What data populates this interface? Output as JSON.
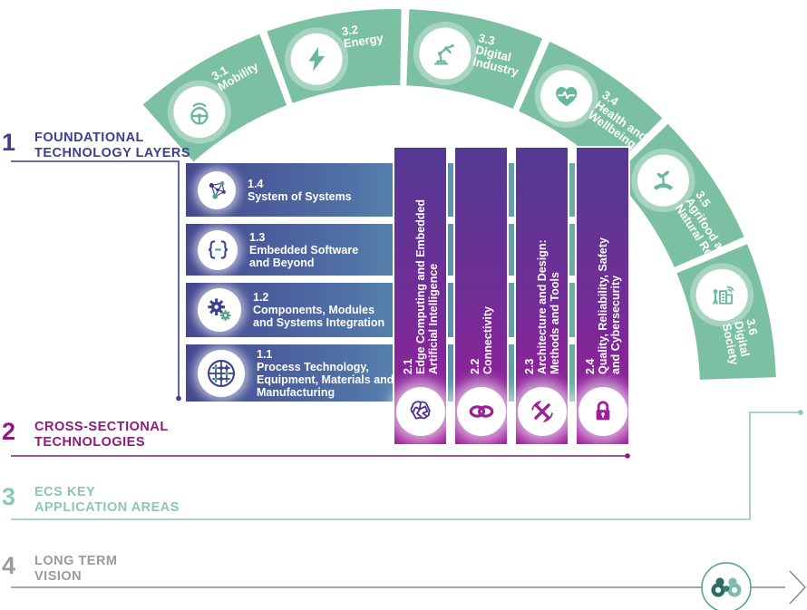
{
  "palette": {
    "indigo": "#3d3f90",
    "magenta": "#8e1a7c",
    "green": "#7cc0a3",
    "green_label": "#8cc9ac",
    "gray": "#9b9b9b",
    "teal_icon": "#4fa391",
    "bar_gradient": [
      "#454890",
      "#5f97b2",
      "#74b5a6"
    ],
    "vbar_gradient": [
      "#533a92",
      "#a11b9c"
    ]
  },
  "sections": [
    {
      "number": "1",
      "lines": [
        "FOUNDATIONAL",
        "TECHNOLOGY LAYERS"
      ]
    },
    {
      "number": "2",
      "lines": [
        "CROSS-SECTIONAL",
        "TECHNOLOGIES"
      ]
    },
    {
      "number": "3",
      "lines": [
        "ECS KEY",
        "APPLICATION AREAS"
      ]
    },
    {
      "number": "4",
      "lines": [
        "LONG TERM",
        "VISION"
      ]
    }
  ],
  "foundational_layers": [
    {
      "id": "1.4",
      "title_lines": [
        "System of Systems"
      ],
      "icon": "network-icon"
    },
    {
      "id": "1.3",
      "title_lines": [
        "Embedded Software",
        "and Beyond"
      ],
      "icon": "code-braces-icon"
    },
    {
      "id": "1.2",
      "title_lines": [
        "Components, Modules",
        "and Systems Integration"
      ],
      "icon": "gears-icon"
    },
    {
      "id": "1.1",
      "title_lines": [
        "Process Technology,",
        "Equipment, Materials and",
        "Manufacturing"
      ],
      "icon": "wafer-icon"
    }
  ],
  "cross_sectional": [
    {
      "id": "2.1",
      "title_lines": [
        "Edge Computing and Embedded",
        "Artificial Intelligence"
      ],
      "icon": "brain-icon"
    },
    {
      "id": "2.2",
      "title_lines": [
        "Connectivity"
      ],
      "icon": "chain-link-icon"
    },
    {
      "id": "2.3",
      "title_lines": [
        "Architecture and Design:",
        "Methods and Tools"
      ],
      "icon": "tools-icon"
    },
    {
      "id": "2.4",
      "title_lines": [
        "Quality, Reliability, Safety",
        "and Cybersecurity"
      ],
      "icon": "padlock-icon"
    }
  ],
  "application_areas": [
    {
      "id": "3.1",
      "name_lines": [
        "Mobility"
      ],
      "icon": "steering-wheel-icon"
    },
    {
      "id": "3.2",
      "name_lines": [
        "Energy"
      ],
      "icon": "lightning-icon"
    },
    {
      "id": "3.3",
      "name_lines": [
        "Digital",
        "Industry"
      ],
      "icon": "robot-arm-icon"
    },
    {
      "id": "3.4",
      "name_lines": [
        "Health and",
        "Wellbeing"
      ],
      "icon": "heart-pulse-icon"
    },
    {
      "id": "3.5",
      "name_lines": [
        "Agrifood and",
        "Natural Resources"
      ],
      "icon": "plant-hand-icon"
    },
    {
      "id": "3.6",
      "name_lines": [
        "Digital",
        "Society"
      ],
      "icon": "digital-society-icon"
    }
  ],
  "long_term_vision": {
    "icon": "binoculars-icon"
  }
}
